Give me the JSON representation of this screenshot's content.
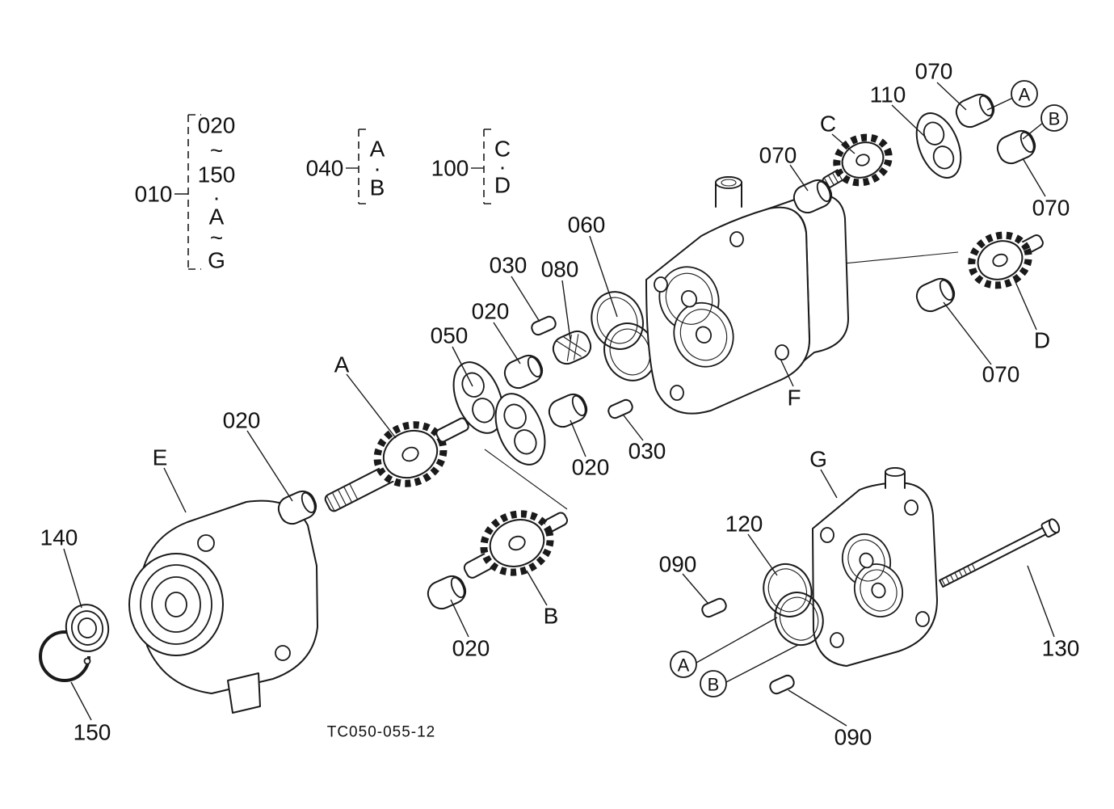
{
  "drawing_code": "TC050-055-12",
  "brackets": [
    {
      "label": "010",
      "items": [
        "020",
        "~",
        "150",
        "·",
        "A",
        "~",
        "G"
      ]
    },
    {
      "label": "040",
      "items": [
        "A",
        "·",
        "B"
      ]
    },
    {
      "label": "100",
      "items": [
        "C",
        "·",
        "D"
      ]
    }
  ],
  "callouts": [
    "070",
    "110",
    "C",
    "070",
    "070",
    "060",
    "030",
    "080",
    "020",
    "050",
    "A",
    "020",
    "E",
    "140",
    "150",
    "020",
    "B",
    "020",
    "030",
    "F",
    "D",
    "070",
    "G",
    "120",
    "090",
    "090",
    "130"
  ],
  "circled_callouts": [
    "A",
    "B",
    "A",
    "B"
  ],
  "colors": {
    "ink": "#1a1a1a",
    "background": "#ffffff"
  }
}
